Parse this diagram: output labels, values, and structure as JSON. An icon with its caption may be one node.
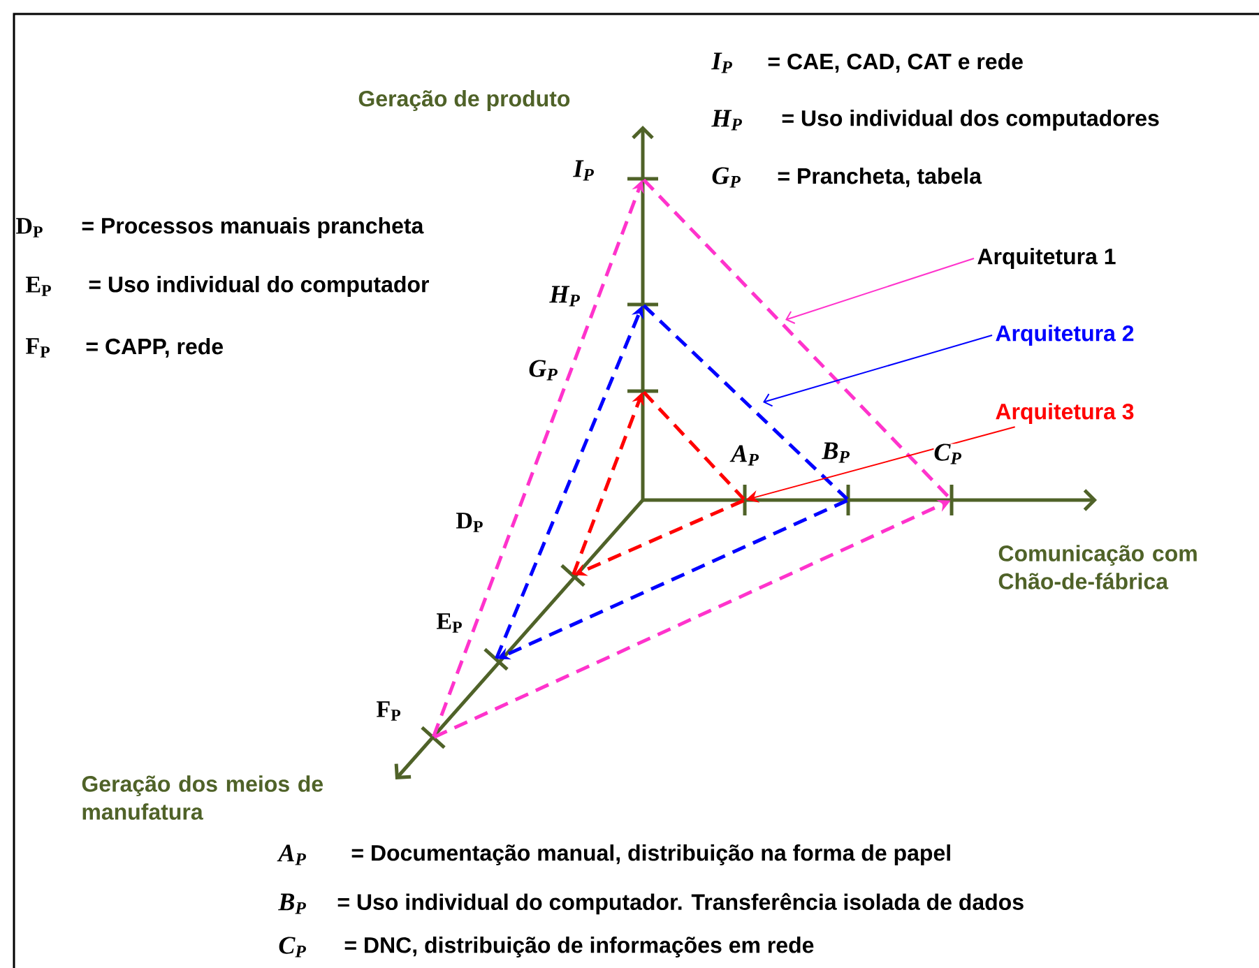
{
  "diagram": {
    "nodes": [
      {
        "text": [],
        "shape": "bar"
      },
      {
        "text": [],
        "shape": "bar"
      },
      {
        "text": [],
        "shape": "bar"
      },
      {
        "text": [],
        "shape": "bar"
      },
      {
        "text": [],
        "shape": "bar"
      },
      {
        "text": [],
        "shape": "bar"
      },
      {
        "text": [],
        "shape": "bar"
      },
      {
        "text": [],
        "shape": "bar"
      },
      {
        "text": [],
        "shape": "bar"
      },
      {
        "text": [
          "Arquitetura 1"
        ]
      },
      {
        "text": [
          "Arquitetura 2"
        ]
      },
      {
        "text": [
          "Arquitetura 3"
        ]
      }
    ],
    "edges": [
      {
        "from": 8,
        "to": 0,
        "arrow": "to",
        "style": "dashed",
        "color": "#ff33cc"
      },
      {
        "from": 0,
        "to": 5,
        "arrow": "none",
        "style": "dashed",
        "color": "#ff33cc"
      },
      {
        "from": 8,
        "to": 5,
        "arrow": "to",
        "style": "dashed",
        "color": "#ff33cc"
      },
      {
        "from": 7,
        "to": 1,
        "arrow": "to",
        "style": "dashed",
        "color": "#0000ff"
      },
      {
        "from": 1,
        "to": 4,
        "arrow": "none",
        "style": "dashed",
        "color": "#0000ff"
      },
      {
        "from": 4,
        "to": 7,
        "arrow": "to",
        "style": "dashed",
        "color": "#0000ff"
      },
      {
        "from": 6,
        "to": 2,
        "arrow": "to",
        "style": "dashed",
        "color": "#ff0000"
      },
      {
        "from": 2,
        "to": 3,
        "arrow": "none",
        "style": "dashed",
        "color": "#ff0000"
      },
      {
        "from": 3,
        "to": 6,
        "arrow": "to",
        "style": "dashed",
        "color": "#ff0000"
      },
      {
        "from": 9,
        "to": null,
        "arrow": "to",
        "color": "#ff33cc"
      },
      {
        "from": 10,
        "to": null,
        "arrow": "to",
        "color": "#0000ff"
      },
      {
        "from": 11,
        "to": 3,
        "arrow": "to",
        "color": "#ff0000"
      }
    ],
    "labels": [
      "Geração de produto",
      "I$_{P}$",
      "= CAE, CAD, CAT e rede",
      "H$_{P}$",
      "= Uso individual dos computadores",
      "G$_{P}$",
      "= Prancheta, tabela",
      "D$_{P}$",
      "= Processos manuais prancheta",
      "E$_{P}$",
      "= Uso individual do computador",
      "F$_{P}$",
      "= CAPP, rede",
      "Comunicação com Chão-de-fábrica",
      "Geração dos meios de manufatura",
      "A$_{P}$",
      "= Documentação manual, distribuição na forma de papel",
      "B$_{P}$",
      "= Uso individual do computador. Transferência isolada de dados",
      "C$_{P}$",
      "= DNC, distribuição de informações em rede",
      "I$_{P}$",
      "H$_{P}$",
      "G$_{P}$",
      "A$_{P}$",
      "B$_{P}$",
      "C$_{P}$",
      "D$_{P}$",
      "E$_{P}$",
      "F$_{P}$"
    ]
  }
}
